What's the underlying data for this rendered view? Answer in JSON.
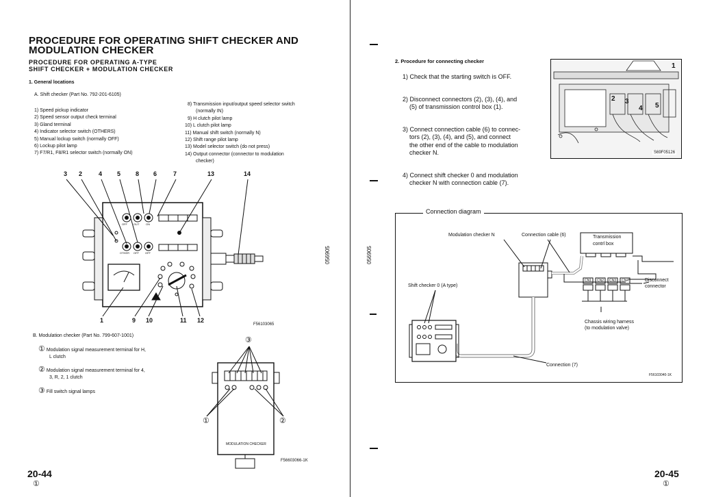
{
  "left": {
    "title_line1": "PROCEDURE FOR OPERATING SHIFT CHECKER AND",
    "title_line2": "MODULATION CHECKER",
    "sub_line1": "PROCEDURE FOR OPERATING A-TYPE",
    "sub_line2": "SHIFT CHECKER + MODULATION CHECKER",
    "section": "1.   General locations",
    "partA": "A. Shift checker (Part No. 792-201-6105)",
    "list_a": [
      "1) Speed pickup indicator",
      "2) Speed sensor output check terminal",
      "3) Gland terminal",
      "4) Indicator selector switch (OTHERS)",
      "5) Manual lockup switch (normally OFF)",
      "6) Lockup pilot lamp",
      "7) F7/R1, F8/R1 selector switch (normally ON)"
    ],
    "list_b": [
      "8) Transmission input/output speed selector switch",
      "(normally IN)",
      "9) H clutch pilot lamp",
      "10) L clutch pilot lamp",
      "11) Manual shift switch (normally N)",
      "12) Shift range pilot lamp",
      "13) Model selector switch (do not press)",
      "14) Output connector (connector to modulation",
      "checker)"
    ],
    "callouts_top": [
      "3",
      "2",
      "4",
      "5",
      "8",
      "6",
      "7",
      "13",
      "14"
    ],
    "callouts_bottom": [
      "1",
      "9",
      "10",
      "11",
      "12"
    ],
    "panel_labels": [
      "OFF",
      "OUT",
      "ON",
      "OTHER",
      "OFF",
      "OFF"
    ],
    "fig1": "F56103065",
    "partB": "B. Modulation checker (Part No. 799-607-1001)",
    "mod_items": [
      {
        "mark": "①",
        "line1": "Modulation signal measurement terminal for H,",
        "line2": "L clutch"
      },
      {
        "mark": "②",
        "line1": "Modulation signal measurement terminal for 4,",
        "line2": "3, R, 2, 1 clutch"
      },
      {
        "mark": "③",
        "line1": "Fill switch signal lamps",
        "line2": ""
      }
    ],
    "mod_callouts": [
      "③",
      "①",
      "②"
    ],
    "mod_box_label": "MODULATION CHECKER",
    "fig2": "F56603066-1K",
    "page": "20-44",
    "page_mark": "①"
  },
  "gutter": {
    "left_code": "056905",
    "right_code": "056905"
  },
  "right": {
    "heading": "2.  Procedure for connecting checker",
    "steps": [
      {
        "no": "1)",
        "lines": [
          "Check  that  the  starting  switch  is  OFF."
        ]
      },
      {
        "no": "2)",
        "lines": [
          "Disconnect  connectors  (2),  (3),  (4),  and",
          "(5) of transmission control box (1)."
        ]
      },
      {
        "no": "3)",
        "lines": [
          "Connect  connection  cable  (6)  to  connec-",
          "tors  (2),  (3),  (4),  and  (5),  and  connect",
          "the  other  end  of  the  cable  to  modulation",
          "checker N."
        ]
      },
      {
        "no": "4)",
        "lines": [
          "Connect  shift  checker  0  and  modulation",
          "checker  N  with  connection  cable  (7)."
        ]
      }
    ],
    "photo_numbers": [
      "2",
      "3",
      "4",
      "5",
      "1"
    ],
    "photo_code": "S69F05126",
    "diagram_title": "Connection diagram",
    "labels": {
      "mod_n": "Modulation checker N",
      "cable6": "Connection cable (6)",
      "trans_line1": "Transmission",
      "trans_line2": "contrl box",
      "shift_o": "Shift checker 0 (A type)",
      "disc_line1": "Disconnect",
      "disc_line2": "connector",
      "harness_line1": "Chassis wiring harness",
      "harness_line2": "(to modulation valve)",
      "conn7": "Connection (7)",
      "cn": [
        "CN1",
        "CN2",
        "CN3",
        "CN4"
      ]
    },
    "fig": "F56103040-1K",
    "page": "20-45",
    "page_mark": "①"
  }
}
